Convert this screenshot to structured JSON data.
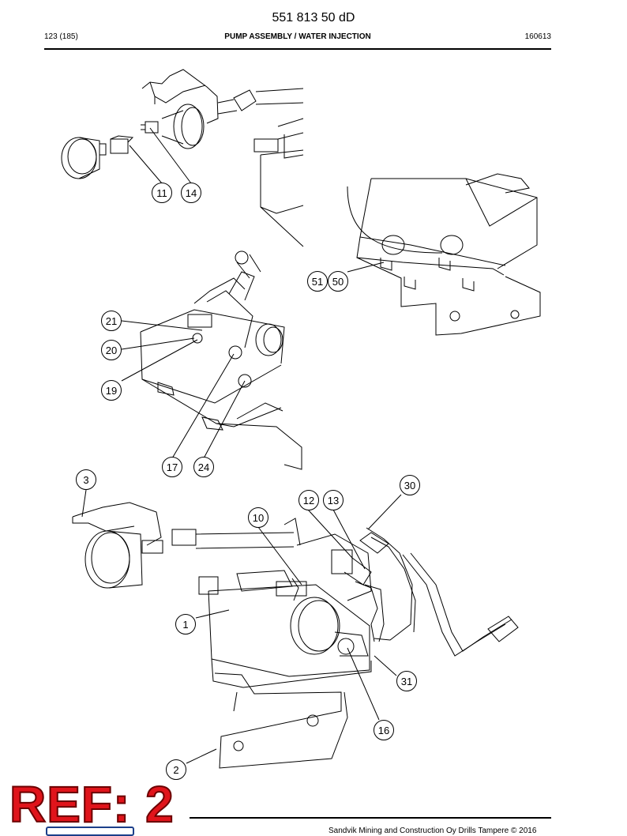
{
  "header": {
    "doc_number": "551 813 50 dD",
    "page": "123 (185)",
    "title": "PUMP ASSEMBLY / WATER INJECTION",
    "date": "160613"
  },
  "callouts": {
    "c11": "11",
    "c14": "14",
    "c51": "51",
    "c50": "50",
    "c21": "21",
    "c20": "20",
    "c19": "19",
    "c17": "17",
    "c24": "24",
    "c3": "3",
    "c30": "30",
    "c12": "12",
    "c13": "13",
    "c10": "10",
    "c1": "1",
    "c31": "31",
    "c16": "16",
    "c2": "2"
  },
  "stamp": {
    "text": "REF: 2",
    "color": "#e0141b"
  },
  "footer": {
    "copyright": "Sandvik Mining and Construction Oy Drills Tampere © 2016"
  }
}
